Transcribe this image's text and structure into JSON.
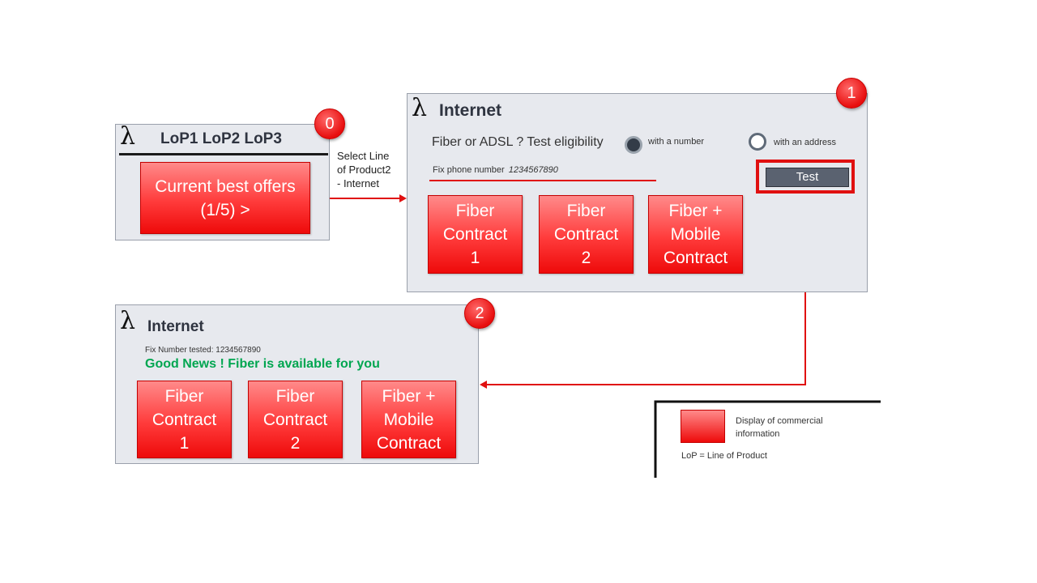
{
  "panel0": {
    "badge": "0",
    "title": "LoP1 LoP2 LoP3",
    "offer_line1": "Current best offers",
    "offer_line2": "(1/5) >"
  },
  "connector_label": [
    "Select Line",
    "of Product2",
    "- Internet"
  ],
  "panel1": {
    "badge": "1",
    "title": "Internet",
    "question": "Fiber or ADSL ? Test eligibility",
    "radio_number": "with a number",
    "radio_address": "with an address",
    "phone_label": "Fix phone number",
    "phone_value": "1234567890",
    "test_button": "Test",
    "contracts": [
      [
        "Fiber",
        "Contract",
        "1"
      ],
      [
        "Fiber",
        "Contract",
        "2"
      ],
      [
        "Fiber +",
        "Mobile",
        "Contract"
      ]
    ]
  },
  "panel2": {
    "badge": "2",
    "title": "Internet",
    "tested_label": "Fix Number tested: 1234567890",
    "good_news": "Good News ! Fiber is available for you",
    "contracts": [
      [
        "Fiber",
        "Contract",
        "1"
      ],
      [
        "Fiber",
        "Contract",
        "2"
      ],
      [
        "Fiber +",
        "Mobile",
        "Contract"
      ]
    ]
  },
  "legend": {
    "swatch_text_line1": "Display of commercial",
    "swatch_text_line2": "information",
    "lop_definition": "LoP = Line of Product"
  },
  "colors": {
    "accent_red": "#e01010",
    "good_news_green": "#00a650",
    "panel_bg": "#e7e9ee",
    "button_bg": "#5a6270"
  }
}
